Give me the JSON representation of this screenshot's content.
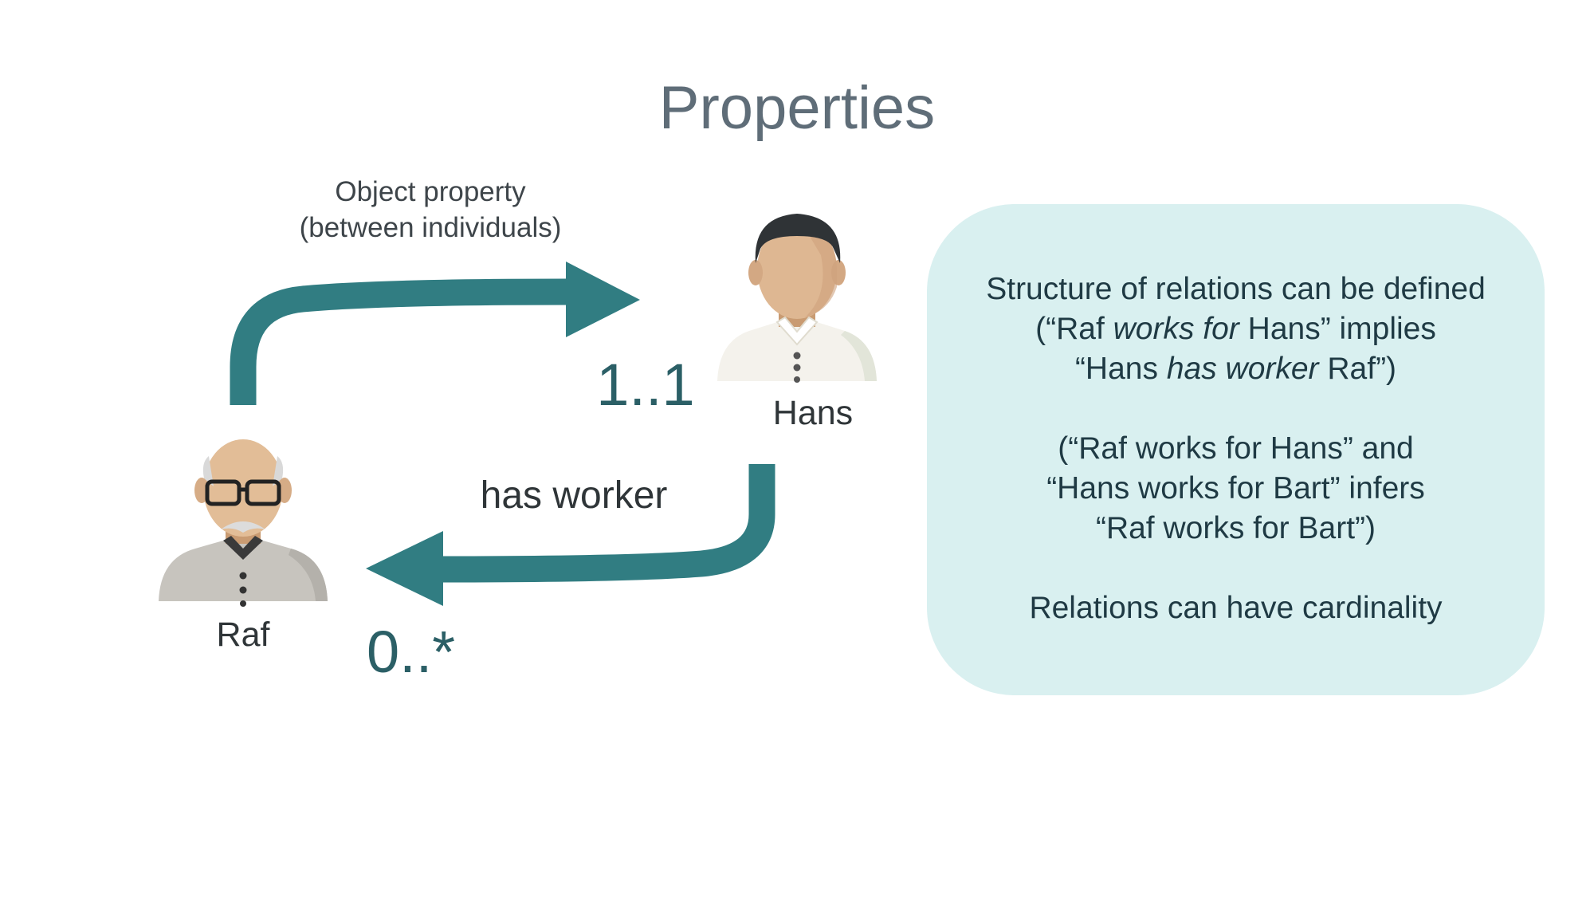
{
  "title": "Properties",
  "object_property": {
    "line1": "Object property",
    "line2": "(between individuals)"
  },
  "relation": {
    "label": "has worker",
    "cardinality_top": "1..1",
    "cardinality_bottom": "0..*"
  },
  "people": {
    "hans": "Hans",
    "raf": "Raf"
  },
  "info": {
    "p1_line1": "Structure of relations can be defined",
    "p1_line2_a": "(“Raf ",
    "p1_line2_em": "works for",
    "p1_line2_b": " Hans” implies",
    "p1_line3_a": "“Hans ",
    "p1_line3_em": "has worker",
    "p1_line3_b": " Raf”)",
    "p2_line1": "(“Raf works for Hans” and",
    "p2_line2": "“Hans works for Bart” infers",
    "p2_line3": "“Raf works for Bart”)",
    "p3_line1": "Relations can have cardinality"
  },
  "colors": {
    "arrow": "#317d82",
    "box": "#d9f0f0",
    "title": "#5f6d78"
  }
}
